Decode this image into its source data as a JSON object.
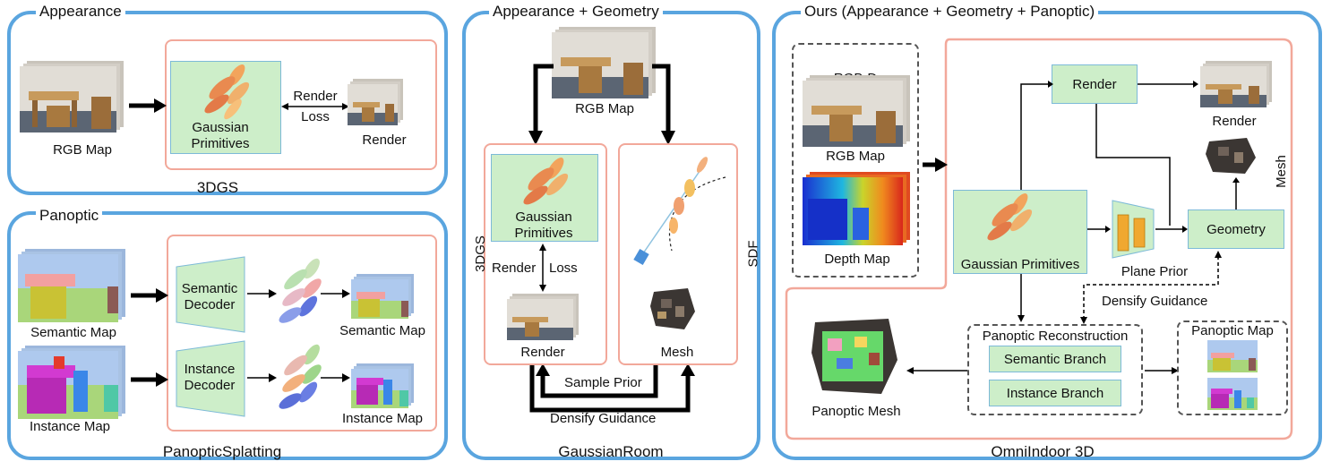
{
  "panels": {
    "appearance": {
      "title": "Appearance",
      "caption": "3DGS",
      "input_label": "RGB Map",
      "gaussian_label": "Gaussian Primitives",
      "render_loss_label": "Render\nLoss",
      "render_label": "Render"
    },
    "panoptic": {
      "title": "Panoptic",
      "caption": "PanopticSplatting",
      "semantic_input": "Semantic Map",
      "instance_input": "Instance Map",
      "semantic_decoder": "Semantic Decoder",
      "instance_decoder": "Instance Decoder",
      "semantic_output": "Semantic Map",
      "instance_output": "Instance Map"
    },
    "geometry": {
      "title": "Appearance + Geometry",
      "caption": "GaussianRoom",
      "input_label": "RGB Map",
      "gaussian_label": "Gaussian Primitives",
      "render_label": "Render",
      "loss_label": "Loss",
      "render_out": "Render",
      "mesh_label": "Mesh",
      "left_side": "3DGS",
      "right_side": "SDF",
      "sample_prior": "Sample Prior",
      "densify_guidance": "Densify Guidance"
    },
    "ours": {
      "title": "Ours (Appearance + Geometry + Panoptic)",
      "caption": "OmniIndoor 3D",
      "rgbd_label": "RGB-D",
      "rgb_label": "RGB Map",
      "depth_label": "Depth Map",
      "gaussian_label": "Gaussian Primitives",
      "render_box": "Render",
      "render_out": "Render",
      "mesh_label": "Mesh",
      "plane_prior": "Plane Prior",
      "geometry_box": "Geometry",
      "densify_guidance": "Densify Guidance",
      "panoptic_recon": "Panoptic Reconstruction",
      "semantic_branch": "Semantic Branch",
      "instance_branch": "Instance Branch",
      "panoptic_map": "Panoptic Map",
      "panoptic_mesh": "Panoptic Mesh"
    }
  }
}
